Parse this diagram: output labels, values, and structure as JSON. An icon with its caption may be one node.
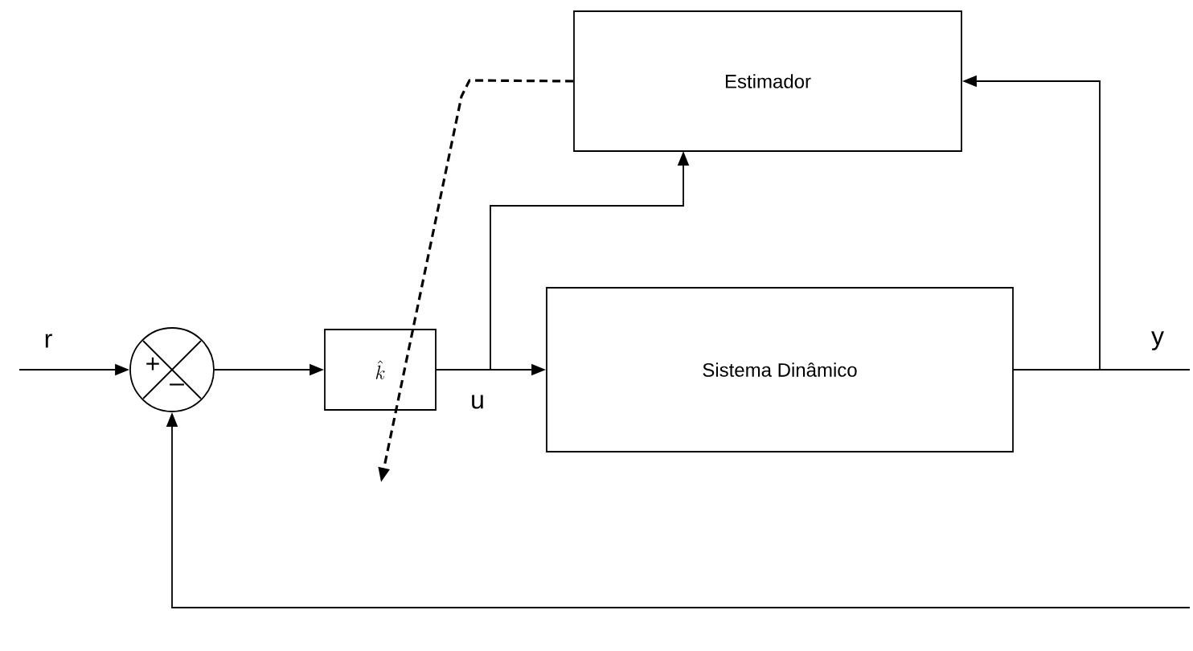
{
  "diagram": {
    "nodes": [
      {
        "text": [
          "Estimador"
        ]
      },
      {
        "text": [
          "+",
          "–"
        ]
      },
      {
        "text": [
          "\\hat{k}"
        ]
      },
      {
        "text": [
          "Sistema Dinâmico"
        ]
      }
    ],
    "edges": [
      {
        "from": null,
        "to": 1,
        "arrow": "to",
        "label": "r"
      },
      {
        "from": 1,
        "to": 2,
        "arrow": "to"
      },
      {
        "from": 2,
        "to": 3,
        "arrow": "to",
        "label": "u"
      },
      {
        "from": 2,
        "to": 0,
        "arrow": "to"
      },
      {
        "from": 3,
        "to": null,
        "arrow": "none",
        "label": "y"
      },
      {
        "from": 3,
        "to": 0,
        "arrow": "to"
      },
      {
        "from": null,
        "to": 1,
        "arrow": "to"
      },
      {
        "from": 0,
        "to": null,
        "arrow": "to",
        "style": "dashed"
      }
    ]
  }
}
